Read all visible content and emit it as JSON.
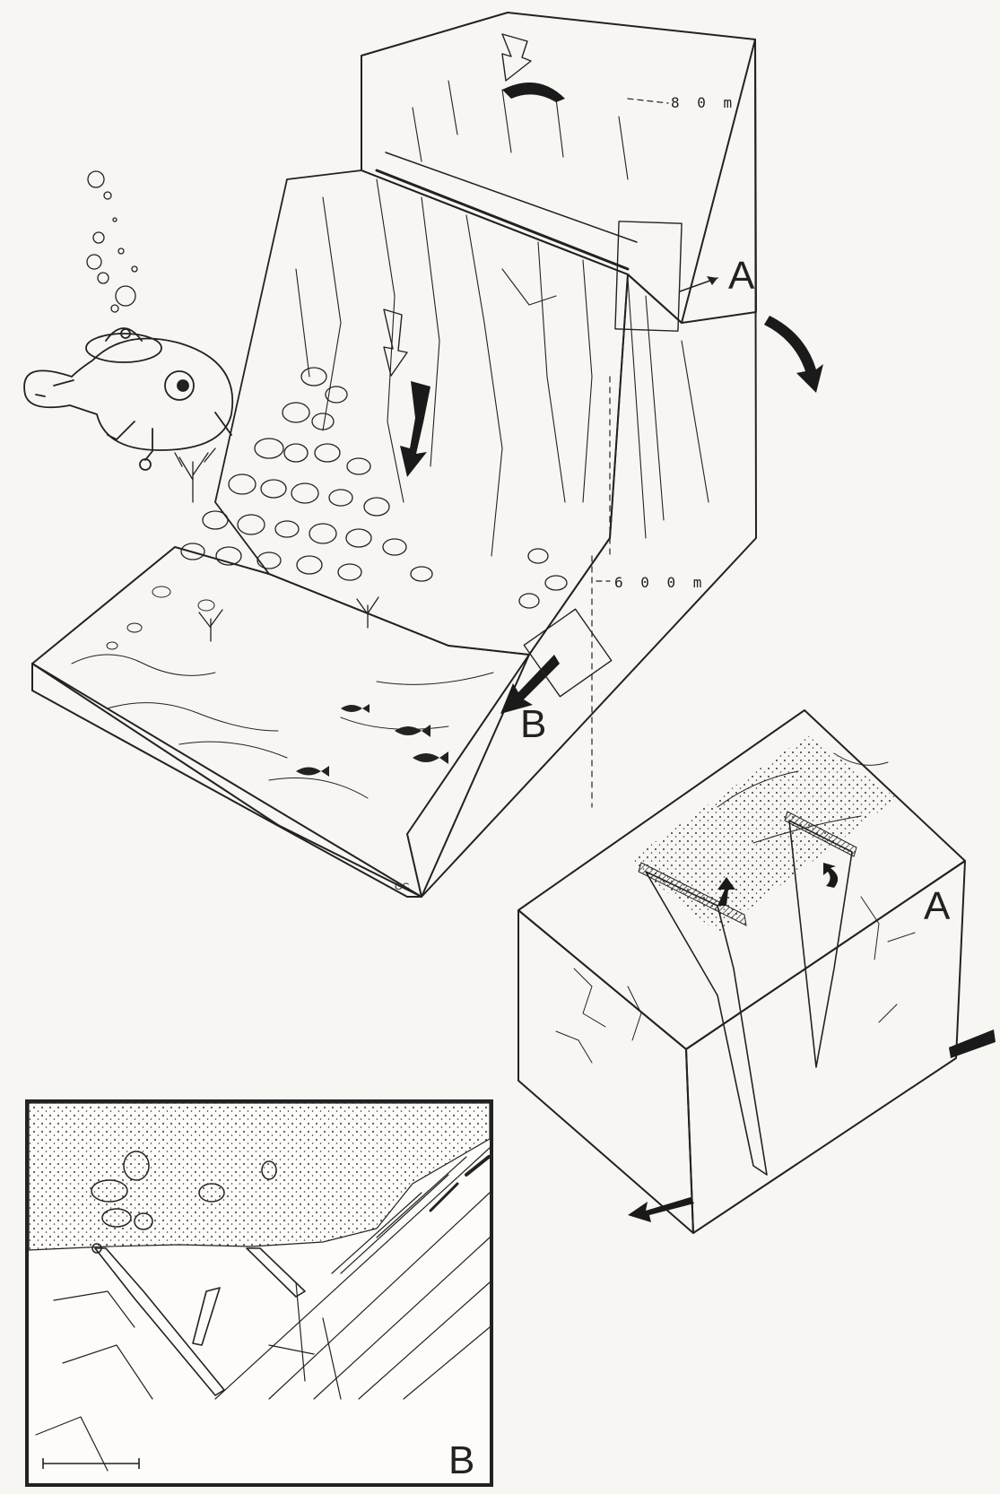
{
  "block_diagram": {
    "depth_top": "8 0 m",
    "depth_bottom": "6 0 0 m",
    "callout_a": "A",
    "callout_b": "B",
    "initials": "GC"
  },
  "inset_a": {
    "label": "A"
  },
  "inset_b": {
    "label": "B"
  },
  "colors": {
    "ink": "#222222",
    "paper": "#f7f6f2",
    "arrow": "#1a1a1a"
  },
  "icons": [
    "submersible-icon",
    "bubbles-icon",
    "curved-arrow-icon",
    "fish-icon",
    "coral-icon"
  ]
}
